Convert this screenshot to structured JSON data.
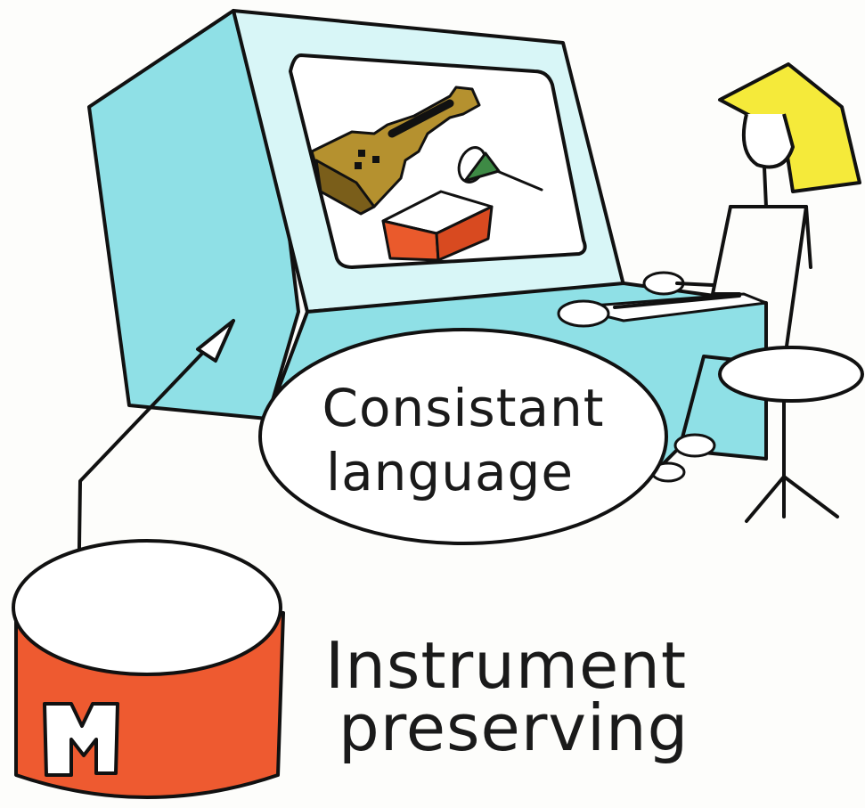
{
  "bubble": {
    "line1": "Consistant",
    "line2": "language"
  },
  "caption": {
    "line1": "Instrument",
    "line2": "preserving"
  },
  "database": {
    "letter": "M"
  },
  "colors": {
    "monitor": "#8fe0e6",
    "screen": "#ffffff",
    "database": "#ee5a30",
    "hair": "#f5ea3a",
    "violin": "#b5912f",
    "cube": "#ea5a2c",
    "cone": "#3e8a45"
  },
  "icons": [
    "computer-monitor",
    "violin",
    "cone",
    "cube",
    "database-cylinder",
    "person",
    "stool",
    "keyboard",
    "mouse"
  ]
}
